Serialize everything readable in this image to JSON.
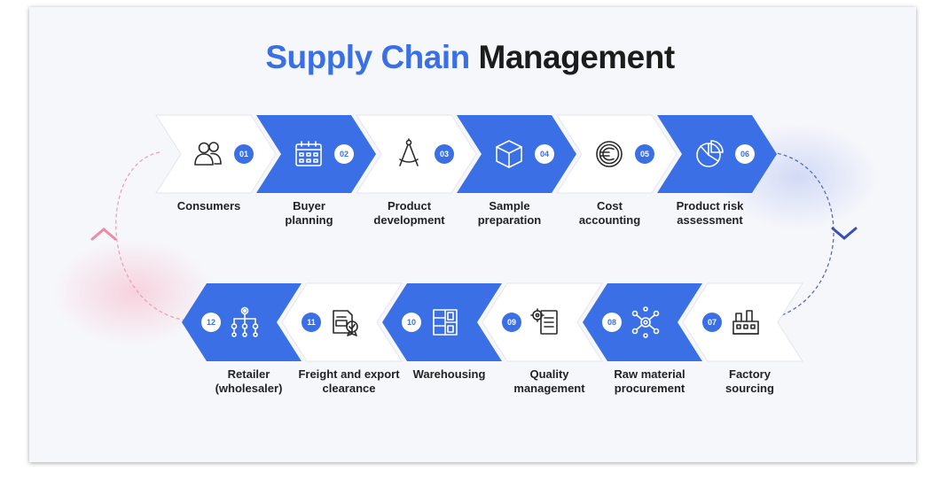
{
  "title": {
    "part1": "Supply Chain",
    "part2": "Management"
  },
  "colors": {
    "blue": "#3a6fe6",
    "white": "#ffffff",
    "pink": "#f0a0b8",
    "navy": "#3a4fb0"
  },
  "steps": [
    {
      "number": "01",
      "label": "Consumers",
      "icon": "people-icon",
      "row": "top",
      "style": "white"
    },
    {
      "number": "02",
      "label": "Buyer\nplanning",
      "icon": "calendar-icon",
      "row": "top",
      "style": "blue"
    },
    {
      "number": "03",
      "label": "Product\ndevelopment",
      "icon": "compass-icon",
      "row": "top",
      "style": "white"
    },
    {
      "number": "04",
      "label": "Sample\npreparation",
      "icon": "cube-icon",
      "row": "top",
      "style": "blue"
    },
    {
      "number": "05",
      "label": "Cost\naccounting",
      "icon": "euro-coin-icon",
      "row": "top",
      "style": "white"
    },
    {
      "number": "06",
      "label": "Product risk\nassessment",
      "icon": "pie-chart-icon",
      "row": "top",
      "style": "blue"
    },
    {
      "number": "07",
      "label": "Factory\nsourcing",
      "icon": "factory-icon",
      "row": "bottom",
      "style": "white"
    },
    {
      "number": "08",
      "label": "Raw material\nprocurement",
      "icon": "network-gear-icon",
      "row": "bottom",
      "style": "blue"
    },
    {
      "number": "09",
      "label": "Quality\nmanagement",
      "icon": "gear-document-icon",
      "row": "bottom",
      "style": "white"
    },
    {
      "number": "10",
      "label": "Warehousing",
      "icon": "shelves-icon",
      "row": "bottom",
      "style": "blue"
    },
    {
      "number": "11",
      "label": "Freight and export\nclearance",
      "icon": "stamp-document-icon",
      "row": "bottom",
      "style": "white"
    },
    {
      "number": "12",
      "label": "Retailer\n(wholesaler)",
      "icon": "hierarchy-icon",
      "row": "bottom",
      "style": "blue"
    }
  ]
}
